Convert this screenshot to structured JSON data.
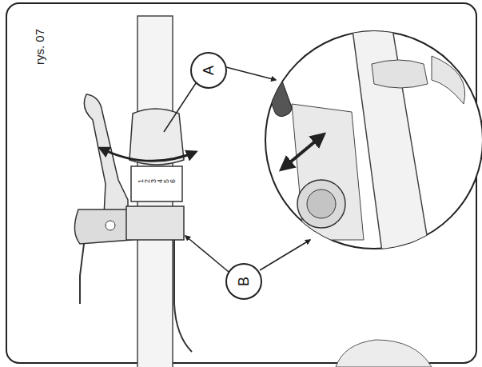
{
  "diagram": {
    "nodes": [
      {
        "text": [
          "A"
        ]
      },
      {
        "text": [
          "B"
        ]
      }
    ],
    "labels": [
      "rys. 07",
      "1",
      "2",
      "3",
      "4",
      "5",
      "6"
    ]
  }
}
